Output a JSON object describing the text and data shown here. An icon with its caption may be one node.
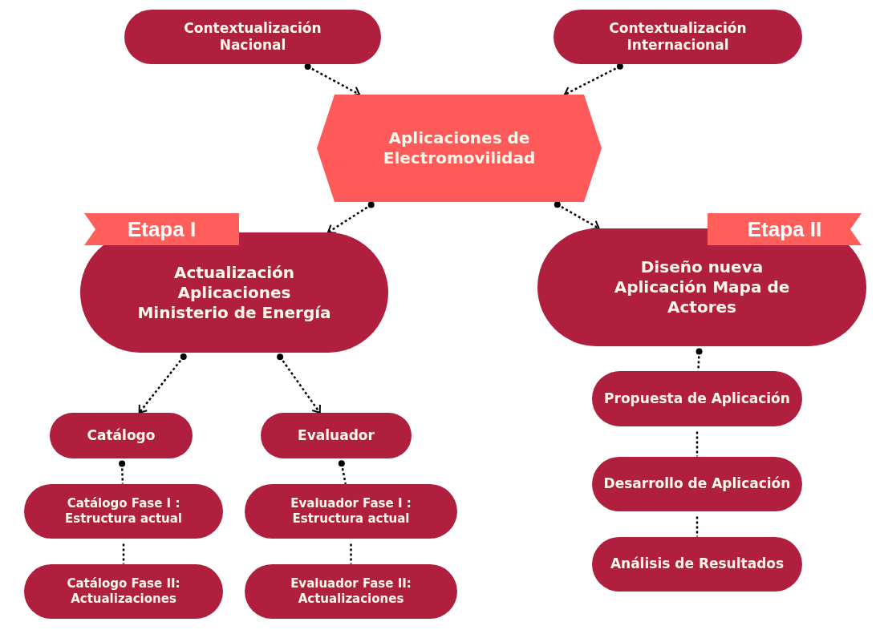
{
  "diagram": {
    "nodes": [
      {
        "text": [
          "Contextualización Nacional"
        ]
      },
      {
        "text": [
          "Contextualización Internacional"
        ]
      },
      {
        "text": [
          "Aplicaciones de Electromovilidad"
        ]
      },
      {
        "text": [
          "Etapa I"
        ]
      },
      {
        "text": [
          "Actualización Aplicaciones Ministerio de Energía"
        ]
      },
      {
        "text": [
          "Etapa II"
        ]
      },
      {
        "text": [
          "Diseño nueva Aplicación Mapa de Actores"
        ]
      },
      {
        "text": [
          "Catálogo"
        ]
      },
      {
        "text": [
          "Evaluador"
        ]
      },
      {
        "text": [
          "Catálogo Fase I : Estructura actual"
        ]
      },
      {
        "text": [
          "Catálogo Fase II: Actualizaciones"
        ]
      },
      {
        "text": [
          "Evaluador Fase I : Estructura actual"
        ]
      },
      {
        "text": [
          "Evaluador Fase II: Actualizaciones"
        ]
      },
      {
        "text": [
          "Propuesta de Aplicación"
        ]
      },
      {
        "text": [
          "Desarrollo de Aplicación"
        ]
      },
      {
        "text": [
          "Análisis de Resultados"
        ]
      }
    ],
    "edges": [
      {
        "from": 0,
        "to": 2,
        "arrow": "to",
        "style": "dashed"
      },
      {
        "from": 1,
        "to": 2,
        "arrow": "to",
        "style": "dashed"
      },
      {
        "from": 2,
        "to": 4,
        "arrow": "to",
        "style": "dashed"
      },
      {
        "from": 2,
        "to": 6,
        "arrow": "to",
        "style": "dashed"
      },
      {
        "from": 4,
        "to": 7,
        "arrow": "to",
        "style": "dashed"
      },
      {
        "from": 4,
        "to": 8,
        "arrow": "to",
        "style": "dashed"
      },
      {
        "from": 7,
        "to": 9,
        "arrow": "other",
        "style": "dashed"
      },
      {
        "from": 9,
        "to": 10,
        "arrow": "none",
        "style": "dashed"
      },
      {
        "from": 8,
        "to": 11,
        "arrow": "other",
        "style": "dashed"
      },
      {
        "from": 11,
        "to": 12,
        "arrow": "none",
        "style": "dashed"
      },
      {
        "from": 6,
        "to": 13,
        "arrow": "other",
        "style": "dashed"
      },
      {
        "from": 13,
        "to": 14,
        "arrow": "none",
        "style": "dashed"
      },
      {
        "from": 14,
        "to": 15,
        "arrow": "none",
        "style": "dashed"
      }
    ]
  }
}
